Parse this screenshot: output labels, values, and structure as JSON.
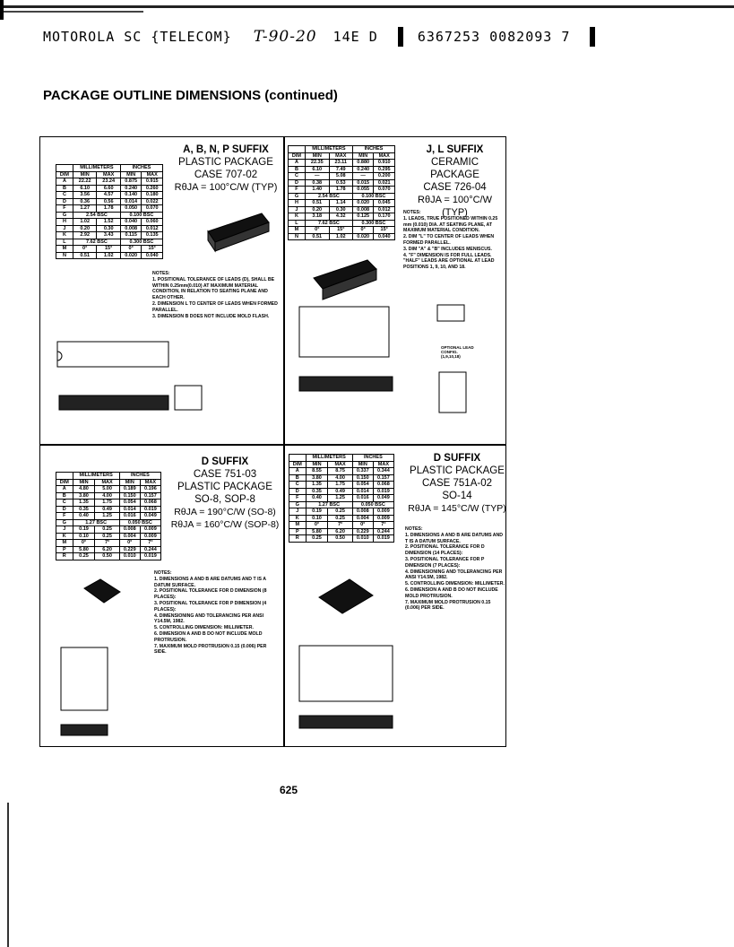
{
  "header": {
    "company": "MOTOROLA SC {TELECOM}",
    "handwritten": "T-90-20",
    "code": "14E D",
    "numbers": "6367253 0082093 7"
  },
  "page_title": "PACKAGE OUTLINE DIMENSIONS (continued)",
  "page_number": "625",
  "panels": {
    "a": {
      "suffix": "A, B, N, P SUFFIX",
      "line1": "PLASTIC PACKAGE",
      "line2": "CASE 707-02",
      "theta": "RθJA = 100°C/W (TYP)",
      "header1": [
        "",
        "MILLIMETERS",
        "INCHES"
      ],
      "header2": [
        "DIM",
        "MIN",
        "MAX",
        "MIN",
        "MAX"
      ],
      "rows": [
        [
          "A",
          "22.22",
          "23.24",
          "0.875",
          "0.915"
        ],
        [
          "B",
          "6.10",
          "6.60",
          "0.240",
          "0.260"
        ],
        [
          "C",
          "3.56",
          "4.57",
          "0.140",
          "0.180"
        ],
        [
          "D",
          "0.36",
          "0.56",
          "0.014",
          "0.022"
        ],
        [
          "F",
          "1.27",
          "1.78",
          "0.050",
          "0.070"
        ],
        [
          "G",
          "2.54 BSC",
          "",
          "0.100 BSC",
          ""
        ],
        [
          "H",
          "1.02",
          "1.52",
          "0.040",
          "0.060"
        ],
        [
          "J",
          "0.20",
          "0.30",
          "0.008",
          "0.012"
        ],
        [
          "K",
          "2.92",
          "3.43",
          "0.115",
          "0.135"
        ],
        [
          "L",
          "7.62 BSC",
          "",
          "0.300 BSC",
          ""
        ],
        [
          "M",
          "0°",
          "15°",
          "0°",
          "15°"
        ],
        [
          "N",
          "0.51",
          "1.02",
          "0.020",
          "0.040"
        ]
      ],
      "notes": "NOTES:\n1. POSITIONAL TOLERANCE OF LEADS (D), SHALL BE WITHIN 0.25mm(0.010) AT MAXIMUM MATERIAL CONDITION, IN RELATION TO SEATING PLANE AND EACH OTHER.\n2. DIMENSION L TO CENTER OF LEADS WHEN FORMED PARALLEL.\n3. DIMENSION B DOES NOT INCLUDE MOLD FLASH."
    },
    "j": {
      "suffix": "J, L SUFFIX",
      "line1": "CERAMIC PACKAGE",
      "line2": "CASE 726-04",
      "theta": "RθJA = 100°C/W (TYP)",
      "header1": [
        "",
        "MILLIMETERS",
        "INCHES"
      ],
      "header2": [
        "DIM",
        "MIN",
        "MAX",
        "MIN",
        "MAX"
      ],
      "rows": [
        [
          "A",
          "22.35",
          "23.11",
          "0.880",
          "0.910"
        ],
        [
          "B",
          "6.10",
          "7.49",
          "0.240",
          "0.295"
        ],
        [
          "C",
          "—",
          "5.08",
          "—",
          "0.200"
        ],
        [
          "D",
          "0.38",
          "0.53",
          "0.015",
          "0.021"
        ],
        [
          "F",
          "1.40",
          "1.78",
          "0.055",
          "0.070"
        ],
        [
          "G",
          "2.54 BSC",
          "",
          "0.100 BSC",
          ""
        ],
        [
          "H",
          "0.51",
          "1.14",
          "0.020",
          "0.045"
        ],
        [
          "J",
          "0.20",
          "0.30",
          "0.008",
          "0.012"
        ],
        [
          "K",
          "3.18",
          "4.32",
          "0.125",
          "0.170"
        ],
        [
          "L",
          "7.62 BSC",
          "",
          "0.300 BSC",
          ""
        ],
        [
          "M",
          "0°",
          "15°",
          "0°",
          "15°"
        ],
        [
          "N",
          "0.51",
          "1.02",
          "0.020",
          "0.040"
        ]
      ],
      "notes": "NOTES:\n1. LEADS, TRUE POSITIONED WITHIN 0.25 mm (0.010) DIA. AT SEATING PLANE, AT MAXIMUM MATERIAL CONDITION.\n2. DIM \"L\" TO CENTER OF LEADS WHEN FORMED PARALLEL.\n3. DIM \"A\" & \"B\" INCLUDES MENISCUS.\n4. \"F\" DIMENSION IS FOR FULL LEADS. \"HALF\" LEADS ARE OPTIONAL AT LEAD POSITIONS 1, 9, 10, AND 18.",
      "optional_label": "OPTIONAL LEAD CONFIG. (1,9,10,18)"
    },
    "d8": {
      "suffix": "D SUFFIX",
      "line1": "CASE 751-03",
      "line2": "PLASTIC PACKAGE",
      "line3": "SO-8, SOP-8",
      "theta1": "RθJA = 190°C/W (SO-8)",
      "theta2": "RθJA = 160°C/W (SOP-8)",
      "header1": [
        "",
        "MILLIMETERS",
        "INCHES"
      ],
      "header2": [
        "DIM",
        "MIN",
        "MAX",
        "MIN",
        "MAX"
      ],
      "rows": [
        [
          "A",
          "4.80",
          "5.00",
          "0.189",
          "0.196"
        ],
        [
          "B",
          "3.80",
          "4.00",
          "0.150",
          "0.157"
        ],
        [
          "C",
          "1.35",
          "1.75",
          "0.054",
          "0.068"
        ],
        [
          "D",
          "0.35",
          "0.49",
          "0.014",
          "0.019"
        ],
        [
          "F",
          "0.40",
          "1.25",
          "0.016",
          "0.049"
        ],
        [
          "G",
          "1.27 BSC",
          "",
          "0.050 BSC",
          ""
        ],
        [
          "J",
          "0.19",
          "0.25",
          "0.008",
          "0.009"
        ],
        [
          "K",
          "0.10",
          "0.25",
          "0.004",
          "0.009"
        ],
        [
          "M",
          "0°",
          "7°",
          "0°",
          "7°"
        ],
        [
          "P",
          "5.80",
          "6.20",
          "0.229",
          "0.244"
        ],
        [
          "R",
          "0.25",
          "0.50",
          "0.010",
          "0.019"
        ]
      ],
      "notes": "NOTES:\n1. DIMENSIONS A AND B ARE DATUMS AND T IS A DATUM SURFACE.\n2. POSITIONAL TOLERANCE FOR D DIMENSION (8 PLACES):\n3. POSITIONAL TOLERANCE FOR P DIMENSION (4 PLACES):\n4. DIMENSIONING AND TOLERANCING PER ANSI Y14.5M, 1982.\n5. CONTROLLING DIMENSION: MILLIMETER.\n6. DIMENSION A AND B DO NOT INCLUDE MOLD PROTRUSION.\n7. MAXIMUM MOLD PROTRUSION 0.15 (0.006) PER SIDE."
    },
    "d14": {
      "suffix": "D SUFFIX",
      "line1": "PLASTIC PACKAGE",
      "line2": "CASE 751A-02",
      "line3": "SO-14",
      "theta": "RθJA = 145°C/W (TYP)",
      "header1": [
        "",
        "MILLIMETERS",
        "INCHES"
      ],
      "header2": [
        "DIM",
        "MIN",
        "MAX",
        "MIN",
        "MAX"
      ],
      "rows": [
        [
          "A",
          "8.55",
          "8.75",
          "0.337",
          "0.344"
        ],
        [
          "B",
          "3.80",
          "4.00",
          "0.150",
          "0.157"
        ],
        [
          "C",
          "1.35",
          "1.75",
          "0.054",
          "0.068"
        ],
        [
          "D",
          "0.35",
          "0.49",
          "0.014",
          "0.019"
        ],
        [
          "F",
          "0.40",
          "1.25",
          "0.016",
          "0.049"
        ],
        [
          "G",
          "1.27 BSC",
          "",
          "0.050 BSC",
          ""
        ],
        [
          "J",
          "0.19",
          "0.25",
          "0.008",
          "0.009"
        ],
        [
          "K",
          "0.10",
          "0.25",
          "0.004",
          "0.009"
        ],
        [
          "M",
          "0°",
          "7°",
          "0°",
          "7°"
        ],
        [
          "P",
          "5.80",
          "6.20",
          "0.229",
          "0.244"
        ],
        [
          "R",
          "0.25",
          "0.50",
          "0.010",
          "0.019"
        ]
      ],
      "notes": "NOTES:\n1. DIMENSIONS A AND B ARE DATUMS AND T IS A DATUM SURFACE.\n2. POSITIONAL TOLERANCE FOR D DIMENSION (14 PLACES):\n3. POSITIONAL TOLERANCE FOR P DIMENSION (7 PLACES):\n4. DIMENSIONING AND TOLERANCING PER ANSI Y14.5M, 1982.\n5. CONTROLLING DIMENSION: MILLIMETER.\n6. DIMENSION A AND B DO NOT INCLUDE MOLD PROTRUSION.\n7. MAXIMUM MOLD PROTRUSION 0.15 (0.006) PER SIDE."
    }
  }
}
